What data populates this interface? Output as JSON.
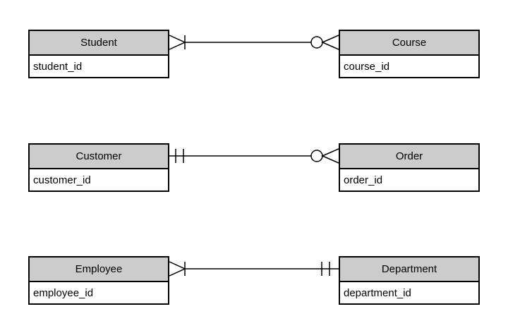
{
  "diagram": {
    "type": "entity-relationship",
    "notation": "crows-foot",
    "colors": {
      "background": "#ffffff",
      "entity_header_fill": "#cccccc",
      "entity_body_fill": "#ffffff",
      "border": "#000000",
      "text": "#000000"
    },
    "entities": [
      {
        "name": "Student",
        "attributes": [
          "student_id"
        ]
      },
      {
        "name": "Course",
        "attributes": [
          "course_id"
        ]
      },
      {
        "name": "Customer",
        "attributes": [
          "customer_id"
        ]
      },
      {
        "name": "Order",
        "attributes": [
          "order_id"
        ]
      },
      {
        "name": "Employee",
        "attributes": [
          "employee_id"
        ]
      },
      {
        "name": "Department",
        "attributes": [
          "department_id"
        ]
      }
    ],
    "relationships": [
      {
        "from": "Student",
        "to": "Course",
        "from_cardinality": "one-or-many",
        "from_symbol": "crows-foot-with-bar",
        "to_cardinality": "zero-or-many",
        "to_symbol": "circle-with-crows-foot"
      },
      {
        "from": "Customer",
        "to": "Order",
        "from_cardinality": "one-and-only-one",
        "from_symbol": "double-bar",
        "to_cardinality": "zero-or-many",
        "to_symbol": "circle-with-crows-foot"
      },
      {
        "from": "Employee",
        "to": "Department",
        "from_cardinality": "one-or-many",
        "from_symbol": "crows-foot-with-bar",
        "to_cardinality": "one-and-only-one",
        "to_symbol": "double-bar"
      }
    ]
  }
}
